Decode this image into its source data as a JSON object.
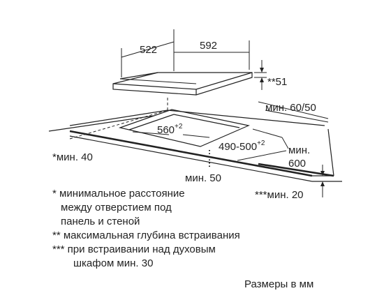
{
  "dimensions": {
    "hob_depth": "522",
    "hob_width": "592",
    "hob_height_max": "**51",
    "min_60_50": "мин. 60/50",
    "cutout_width": "560",
    "cutout_width_tol": "+2",
    "cutout_depth": "490-500",
    "cutout_depth_tol": "+2",
    "min_40": "*мин. 40",
    "min_600_a": "мин.",
    "min_600_b": "600",
    "min_50": "мин. 50",
    "min_20": "***мин. 20"
  },
  "notes": {
    "n1_a": "* минимальное расстояние",
    "n1_b": "между отверстием под",
    "n1_c": "панель и стеной",
    "n2": "** максимальная глубина встраивания",
    "n3_a": "*** при встраивании над духовым",
    "n3_b": "шкафом мин. 30"
  },
  "units_caption": "Размеры в мм"
}
